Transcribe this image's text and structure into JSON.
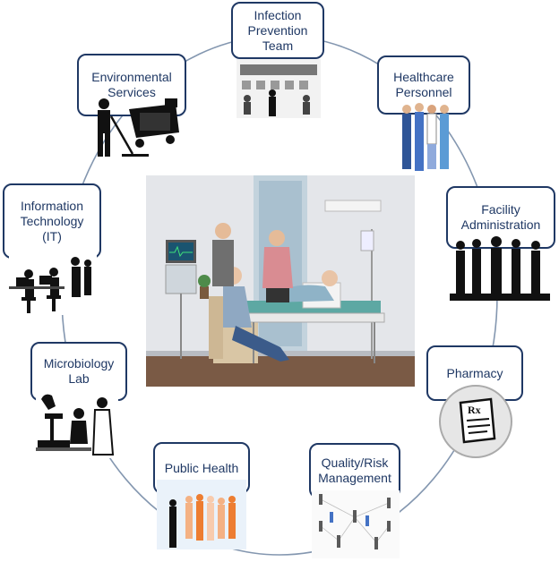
{
  "nodes": [
    {
      "id": "infection",
      "label": "Infection\nPrevention\nTeam",
      "icon": "conference-room-icon"
    },
    {
      "id": "healthcare",
      "label": "Healthcare\nPersonnel",
      "icon": "medical-staff-icon"
    },
    {
      "id": "facility",
      "label": "Facility\nAdministration",
      "icon": "business-people-icon"
    },
    {
      "id": "pharmacy",
      "label": "Pharmacy",
      "icon": "prescription-icon"
    },
    {
      "id": "quality",
      "label": "Quality/Risk\nManagement",
      "icon": "network-people-icon"
    },
    {
      "id": "public",
      "label": "Public Health",
      "icon": "crowd-icon"
    },
    {
      "id": "micro",
      "label": "Microbiology\nLab",
      "icon": "microscope-lab-icon"
    },
    {
      "id": "it",
      "label": "Information\nTechnology\n(IT)",
      "icon": "computer-workers-icon"
    },
    {
      "id": "env",
      "label": "Environmental\nServices",
      "icon": "janitor-cart-icon"
    }
  ],
  "center": {
    "icon": "hospital-room-scene-icon"
  },
  "colors": {
    "ring": "#8497b0",
    "box_border": "#1f3864",
    "text": "#1f3864"
  }
}
